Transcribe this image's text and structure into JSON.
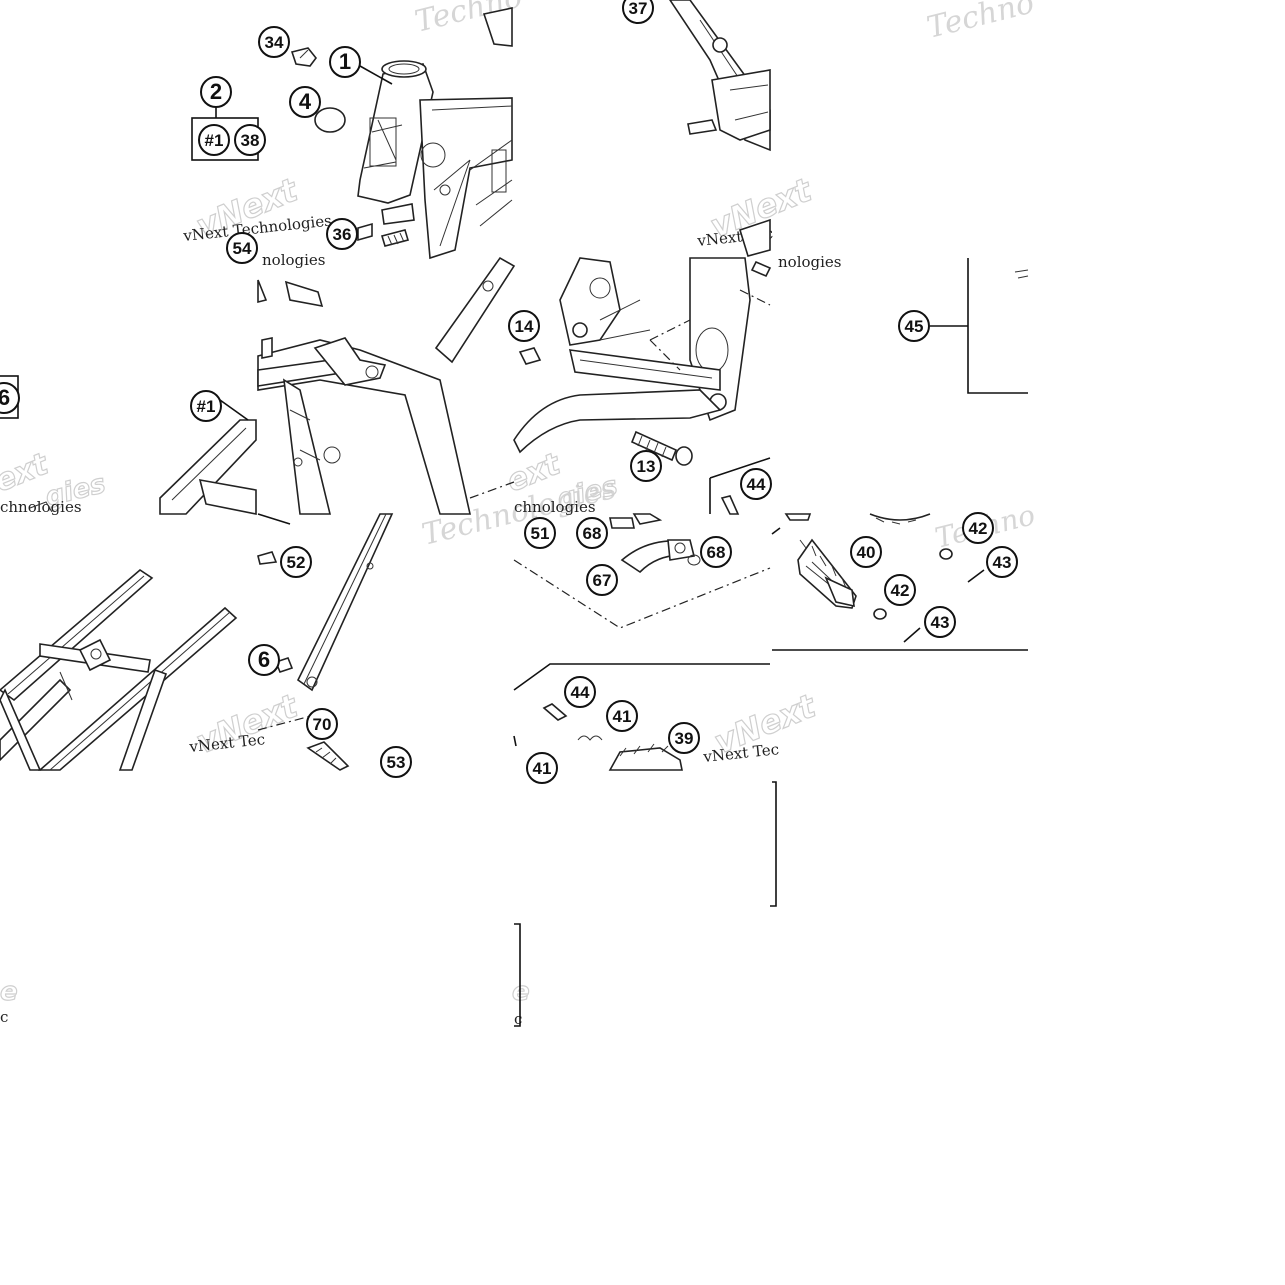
{
  "callouts": [
    {
      "label": "1"
    },
    {
      "label": "2"
    },
    {
      "label": "#1"
    },
    {
      "label": "38"
    },
    {
      "label": "4"
    },
    {
      "label": "34"
    },
    {
      "label": "36"
    },
    {
      "label": "37"
    },
    {
      "label": "#1"
    },
    {
      "label": "6"
    },
    {
      "label": "14"
    },
    {
      "label": "13"
    },
    {
      "label": "44"
    },
    {
      "label": "45"
    },
    {
      "label": "52"
    },
    {
      "label": "51"
    },
    {
      "label": "68"
    },
    {
      "label": "68"
    },
    {
      "label": "67"
    },
    {
      "label": "40"
    },
    {
      "label": "42"
    },
    {
      "label": "42"
    },
    {
      "label": "43"
    },
    {
      "label": "43"
    },
    {
      "label": "70"
    },
    {
      "label": "53"
    },
    {
      "label": "44"
    },
    {
      "label": "41"
    },
    {
      "label": "39"
    },
    {
      "label": "41"
    },
    {
      "label": "6"
    },
    {
      "label": "54"
    }
  ],
  "watermarks": {
    "brand": "Technologies",
    "brand_short": "Techno",
    "company_line": "vNext Technologies",
    "company_short": "vNext Tec",
    "company_tiny": "vNext",
    "fragment_ext": "ext",
    "fragment_ies": "gies",
    "fragment_hnologies": "chnologies",
    "fragment_nologies": "nologies",
    "fragment_e": "e",
    "fragment_c": "c"
  },
  "colors": {
    "line": "#111111",
    "background": "#ffffff",
    "watermark": "#d6d6d6"
  }
}
